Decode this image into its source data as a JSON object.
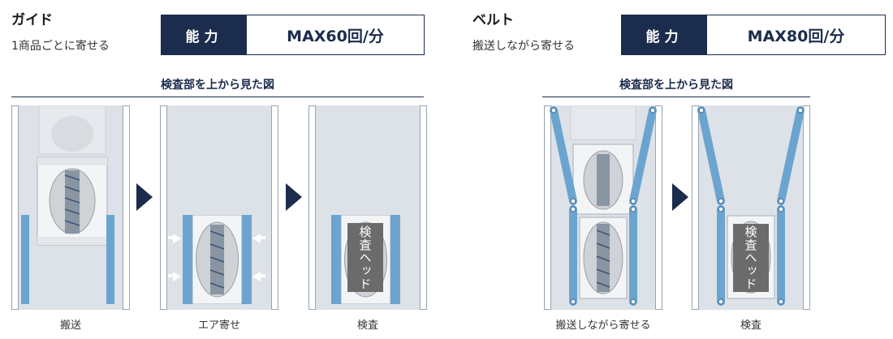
{
  "guide": {
    "title": "ガイド",
    "subtitle": "1商品ごとに寄せる",
    "capacity_label": "能力",
    "capacity_value": "MAX60回/分",
    "section_title": "検査部を上から見た図",
    "steps": [
      "搬送",
      "エア寄せ",
      "検査"
    ],
    "head_label": "検査ヘッド"
  },
  "belt": {
    "title": "ベルト",
    "subtitle": "搬送しながら寄せる",
    "capacity_label": "能力",
    "capacity_value": "MAX80回/分",
    "section_title": "検査部を上から見た図",
    "steps": [
      "搬送しながら寄せる",
      "検査"
    ],
    "head_label": "検査ヘッド"
  },
  "colors": {
    "navy": "#1b2c4c",
    "guide_blue": "#6ba5cf",
    "panel_gray": "#dde2e8"
  },
  "icons": [
    "step-arrow-icon",
    "air-arrow-icon",
    "product-pack-icon",
    "pulley-icon"
  ]
}
